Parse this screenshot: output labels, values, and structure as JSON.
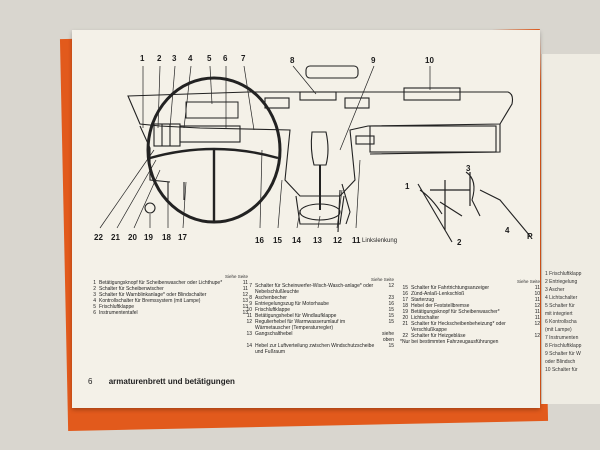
{
  "callouts": [
    "1",
    "2",
    "3",
    "4",
    "5",
    "6",
    "7",
    "8",
    "9",
    "10",
    "11",
    "12",
    "13",
    "14",
    "15",
    "16",
    "17",
    "18",
    "19",
    "20",
    "21",
    "22",
    "R"
  ],
  "caption": "Linkslenkung",
  "legend": {
    "header": "Siehe Seite",
    "col1": [
      {
        "num": "1",
        "text": "Betätigungsknopf für Scheibenwascher oder Lichthupe*",
        "page": "11"
      },
      {
        "num": "2",
        "text": "Schalter für Scheibenwischer",
        "page": "11"
      },
      {
        "num": "3",
        "text": "Schalter für Warnblinkanlage* oder Blindschalter",
        "page": "12"
      },
      {
        "num": "4",
        "text": "Kontrollschalter für Bremssystem (mit Lampe)",
        "page": "13"
      },
      {
        "num": "5",
        "text": "Frischluftklappe",
        "page": "13"
      },
      {
        "num": "6",
        "text": "Instrumententafel",
        "page": "13"
      }
    ],
    "col2": [
      {
        "num": "7",
        "text": "Schalter für Scheinwerfer-Wisch-Wasch-anlage* oder Nebelschlußleuchte",
        "page": "12"
      },
      {
        "num": "8",
        "text": "Aschenbecher",
        "page": "23"
      },
      {
        "num": "9",
        "text": "Entriegelungszug für Motorhaube",
        "page": "16"
      },
      {
        "num": "10",
        "text": "Frischluftklappe",
        "page": "15"
      },
      {
        "num": "11",
        "text": "Betätigungshebel für Windlaufklappe",
        "page": "15"
      },
      {
        "num": "12",
        "text": "Regulierhebel für Warmwasserumlauf im Wärmetauscher (Temperaturregler)",
        "page": "15"
      },
      {
        "num": "13",
        "text": "Gangschalthebel",
        "page": "siehe oben"
      },
      {
        "num": "14",
        "text": "Hebel zur Luftverteilung zwischen Windschutzscheibe und Fußraum",
        "page": "15"
      }
    ],
    "col3": [
      {
        "num": "15",
        "text": "Schalter für Fahrtrichtungsanzeiger",
        "page": "11"
      },
      {
        "num": "16",
        "text": "Zünd-Anlaß-Lenkschloß",
        "page": "10"
      },
      {
        "num": "17",
        "text": "Starterzug",
        "page": "11"
      },
      {
        "num": "18",
        "text": "Hebel der Feststellbremse",
        "page": "12"
      },
      {
        "num": "19",
        "text": "Betätigungsknopf für Scheibenwascher*",
        "page": "11"
      },
      {
        "num": "20",
        "text": "Lichtschalter",
        "page": "11"
      },
      {
        "num": "21",
        "text": "Schalter für Heckscheibenbeheizung* oder Verschlußkappe",
        "page": "12"
      },
      {
        "num": "22",
        "text": "Schalter für Heizgebläse",
        "page": "12"
      }
    ],
    "footnote": "*Nur bei bestimmten Fahrzeugausführungen"
  },
  "footer": {
    "page_number": "6",
    "title": "armaturenbrett und betätigungen"
  },
  "right_page_items": [
    "1 Frischluftklapp",
    "2 Entriegelung",
    "3 Ascher",
    "4 Lichtschalter",
    "5 Schalter für",
    "mit integriert",
    "6 Kontrollscha",
    "(mit Lampe)",
    "7 Instrumenten",
    "8 Frischluftklapp",
    "9 Schalter für W",
    "oder Blindsch",
    "10 Schalter für"
  ],
  "colors": {
    "page": "#f4f1e8",
    "cover_edge": "#e25a1c",
    "ink": "#1a1a1a"
  }
}
